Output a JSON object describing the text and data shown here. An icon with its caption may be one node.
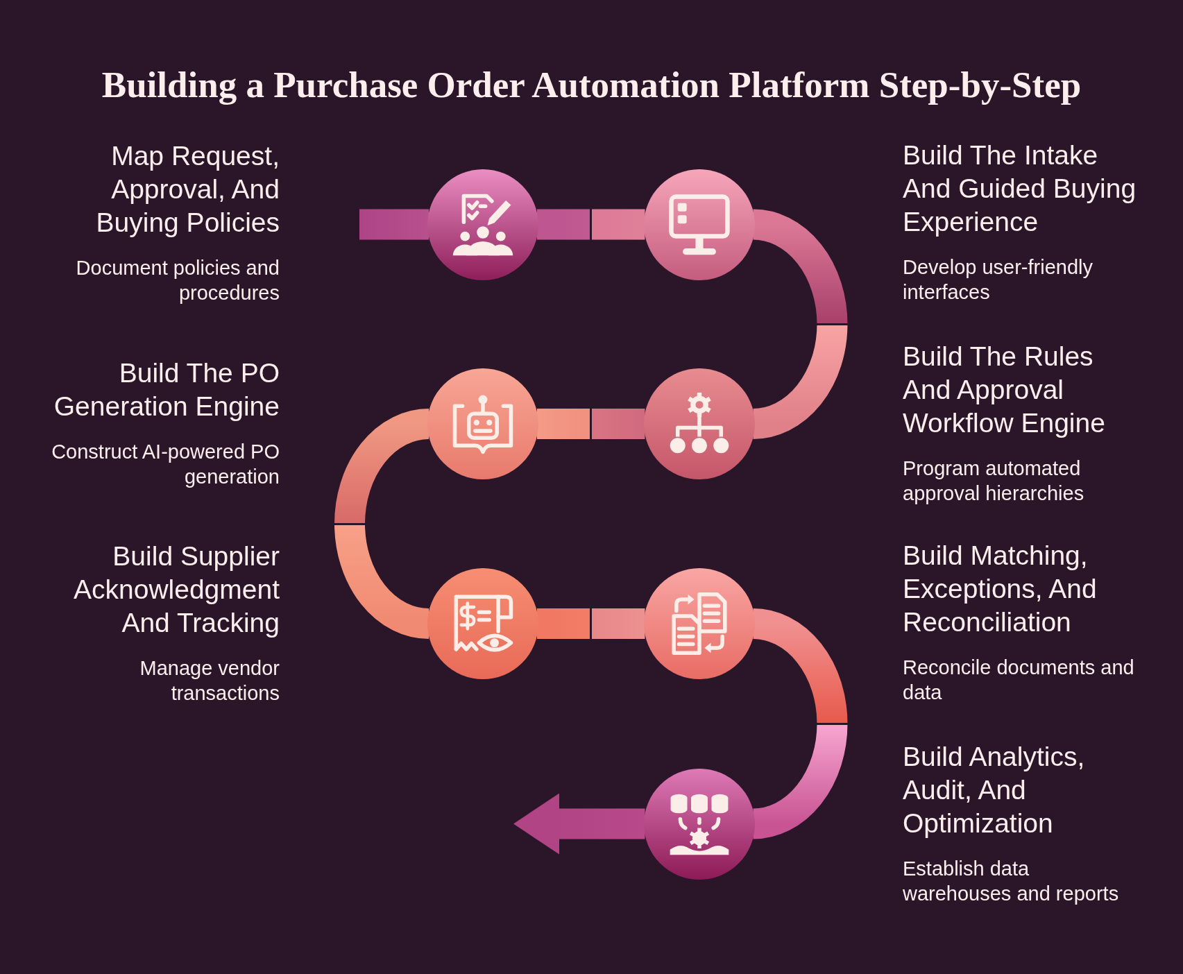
{
  "diagram": {
    "title": "Building a Purchase Order Automation Platform Step-by-Step",
    "nodes": [
      {
        "text": [],
        "shape": "circle",
        "beside": [
          "Map Request, Approval, And Buying Policies",
          "Document policies and procedures"
        ]
      },
      {
        "text": [],
        "shape": "circle",
        "beside": [
          "Build The Intake And Guided Buying Experience",
          "Develop user-friendly interfaces"
        ]
      },
      {
        "text": [],
        "shape": "circle",
        "beside": [
          "Build The Rules And Approval Workflow Engine",
          "Program automated approval hierarchies"
        ]
      },
      {
        "text": [],
        "shape": "circle",
        "beside": [
          "Build The PO Generation Engine",
          "Construct AI-powered PO generation"
        ]
      },
      {
        "text": [],
        "shape": "circle",
        "beside": [
          "Build Supplier Acknowledgment And Tracking",
          "Manage vendor transactions"
        ]
      },
      {
        "text": [],
        "shape": "circle",
        "beside": [
          "Build Matching, Exceptions, And Reconciliation",
          "Reconcile documents and data"
        ]
      },
      {
        "text": [],
        "shape": "circle",
        "beside": [
          "Build Analytics, Audit, And Optimization",
          "Establish data warehouses and reports"
        ]
      }
    ],
    "edges": [
      {
        "from": null,
        "to": 0,
        "arrow": "none"
      },
      {
        "from": 0,
        "to": 1,
        "arrow": "none"
      },
      {
        "from": 1,
        "to": 2,
        "arrow": "none"
      },
      {
        "from": 2,
        "to": 3,
        "arrow": "none"
      },
      {
        "from": 3,
        "to": 4,
        "arrow": "none"
      },
      {
        "from": 4,
        "to": 5,
        "arrow": "none"
      },
      {
        "from": 5,
        "to": 6,
        "arrow": "none"
      },
      {
        "from": 6,
        "to": null,
        "arrow": "to"
      }
    ]
  }
}
